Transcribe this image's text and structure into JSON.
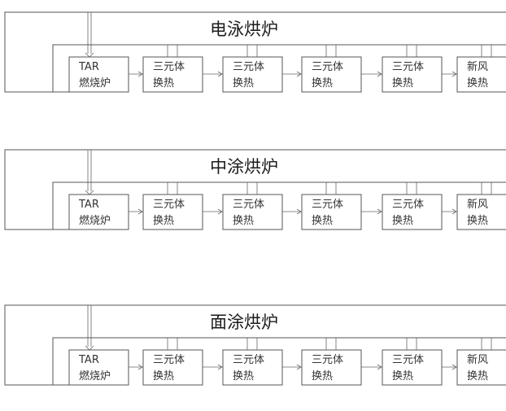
{
  "diagrams": [
    {
      "title": "电泳烘炉",
      "boxes": [
        {
          "line1": "TAR",
          "line2": "燃烧炉"
        },
        {
          "line1": "三元体",
          "line2": "换热"
        },
        {
          "line1": "三元体",
          "line2": "换热"
        },
        {
          "line1": "三元体",
          "line2": "换热"
        },
        {
          "line1": "三元体",
          "line2": "换热"
        },
        {
          "line1": "新风",
          "line2": "换热"
        }
      ]
    },
    {
      "title": "中涂烘炉",
      "boxes": [
        {
          "line1": "TAR",
          "line2": "燃烧炉"
        },
        {
          "line1": "三元体",
          "line2": "换热"
        },
        {
          "line1": "三元体",
          "line2": "换热"
        },
        {
          "line1": "三元体",
          "line2": "换热"
        },
        {
          "line1": "三元体",
          "line2": "换热"
        },
        {
          "line1": "新风",
          "line2": "换热"
        }
      ]
    },
    {
      "title": "面涂烘炉",
      "boxes": [
        {
          "line1": "TAR",
          "line2": "燃烧炉"
        },
        {
          "line1": "三元体",
          "line2": "换热"
        },
        {
          "line1": "三元体",
          "line2": "换热"
        },
        {
          "line1": "三元体",
          "line2": "换热"
        },
        {
          "line1": "三元体",
          "line2": "换热"
        },
        {
          "line1": "新风",
          "line2": "换热"
        }
      ]
    }
  ]
}
